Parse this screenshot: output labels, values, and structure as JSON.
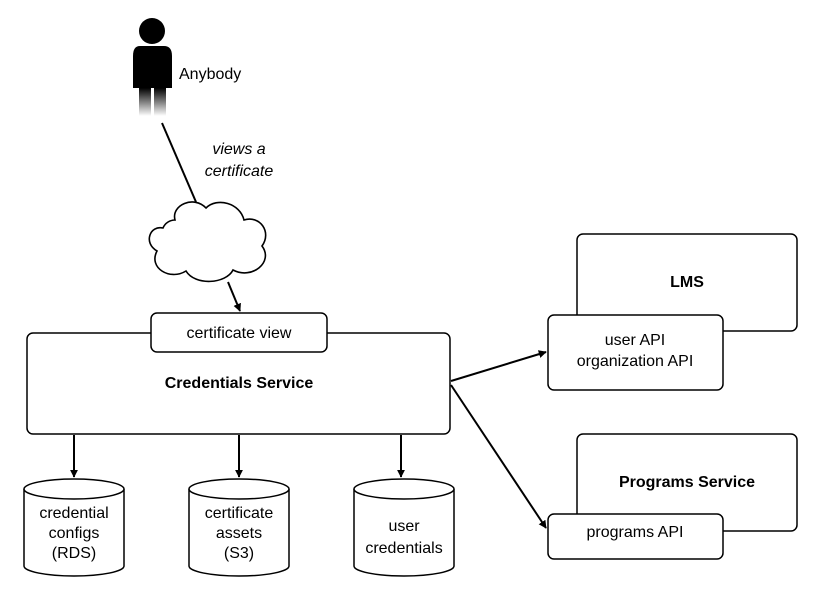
{
  "actor": {
    "label": "Anybody"
  },
  "edge_actor_view": {
    "lines": [
      "views a",
      "certificate"
    ]
  },
  "credentials_service": {
    "title": "Credentials Service",
    "view_label": "certificate view"
  },
  "lms": {
    "title": "LMS",
    "api_lines": [
      "user API",
      "organization API"
    ]
  },
  "programs_service": {
    "title": "Programs Service",
    "api_label": "programs API"
  },
  "datastores": [
    {
      "lines": [
        "credential",
        "configs",
        "(RDS)"
      ]
    },
    {
      "lines": [
        "certificate",
        "assets",
        "(S3)"
      ]
    },
    {
      "lines": [
        "user",
        "credentials"
      ]
    }
  ],
  "colors": {
    "stroke": "#000000",
    "fill": "#ffffff",
    "actor": "#000000"
  }
}
